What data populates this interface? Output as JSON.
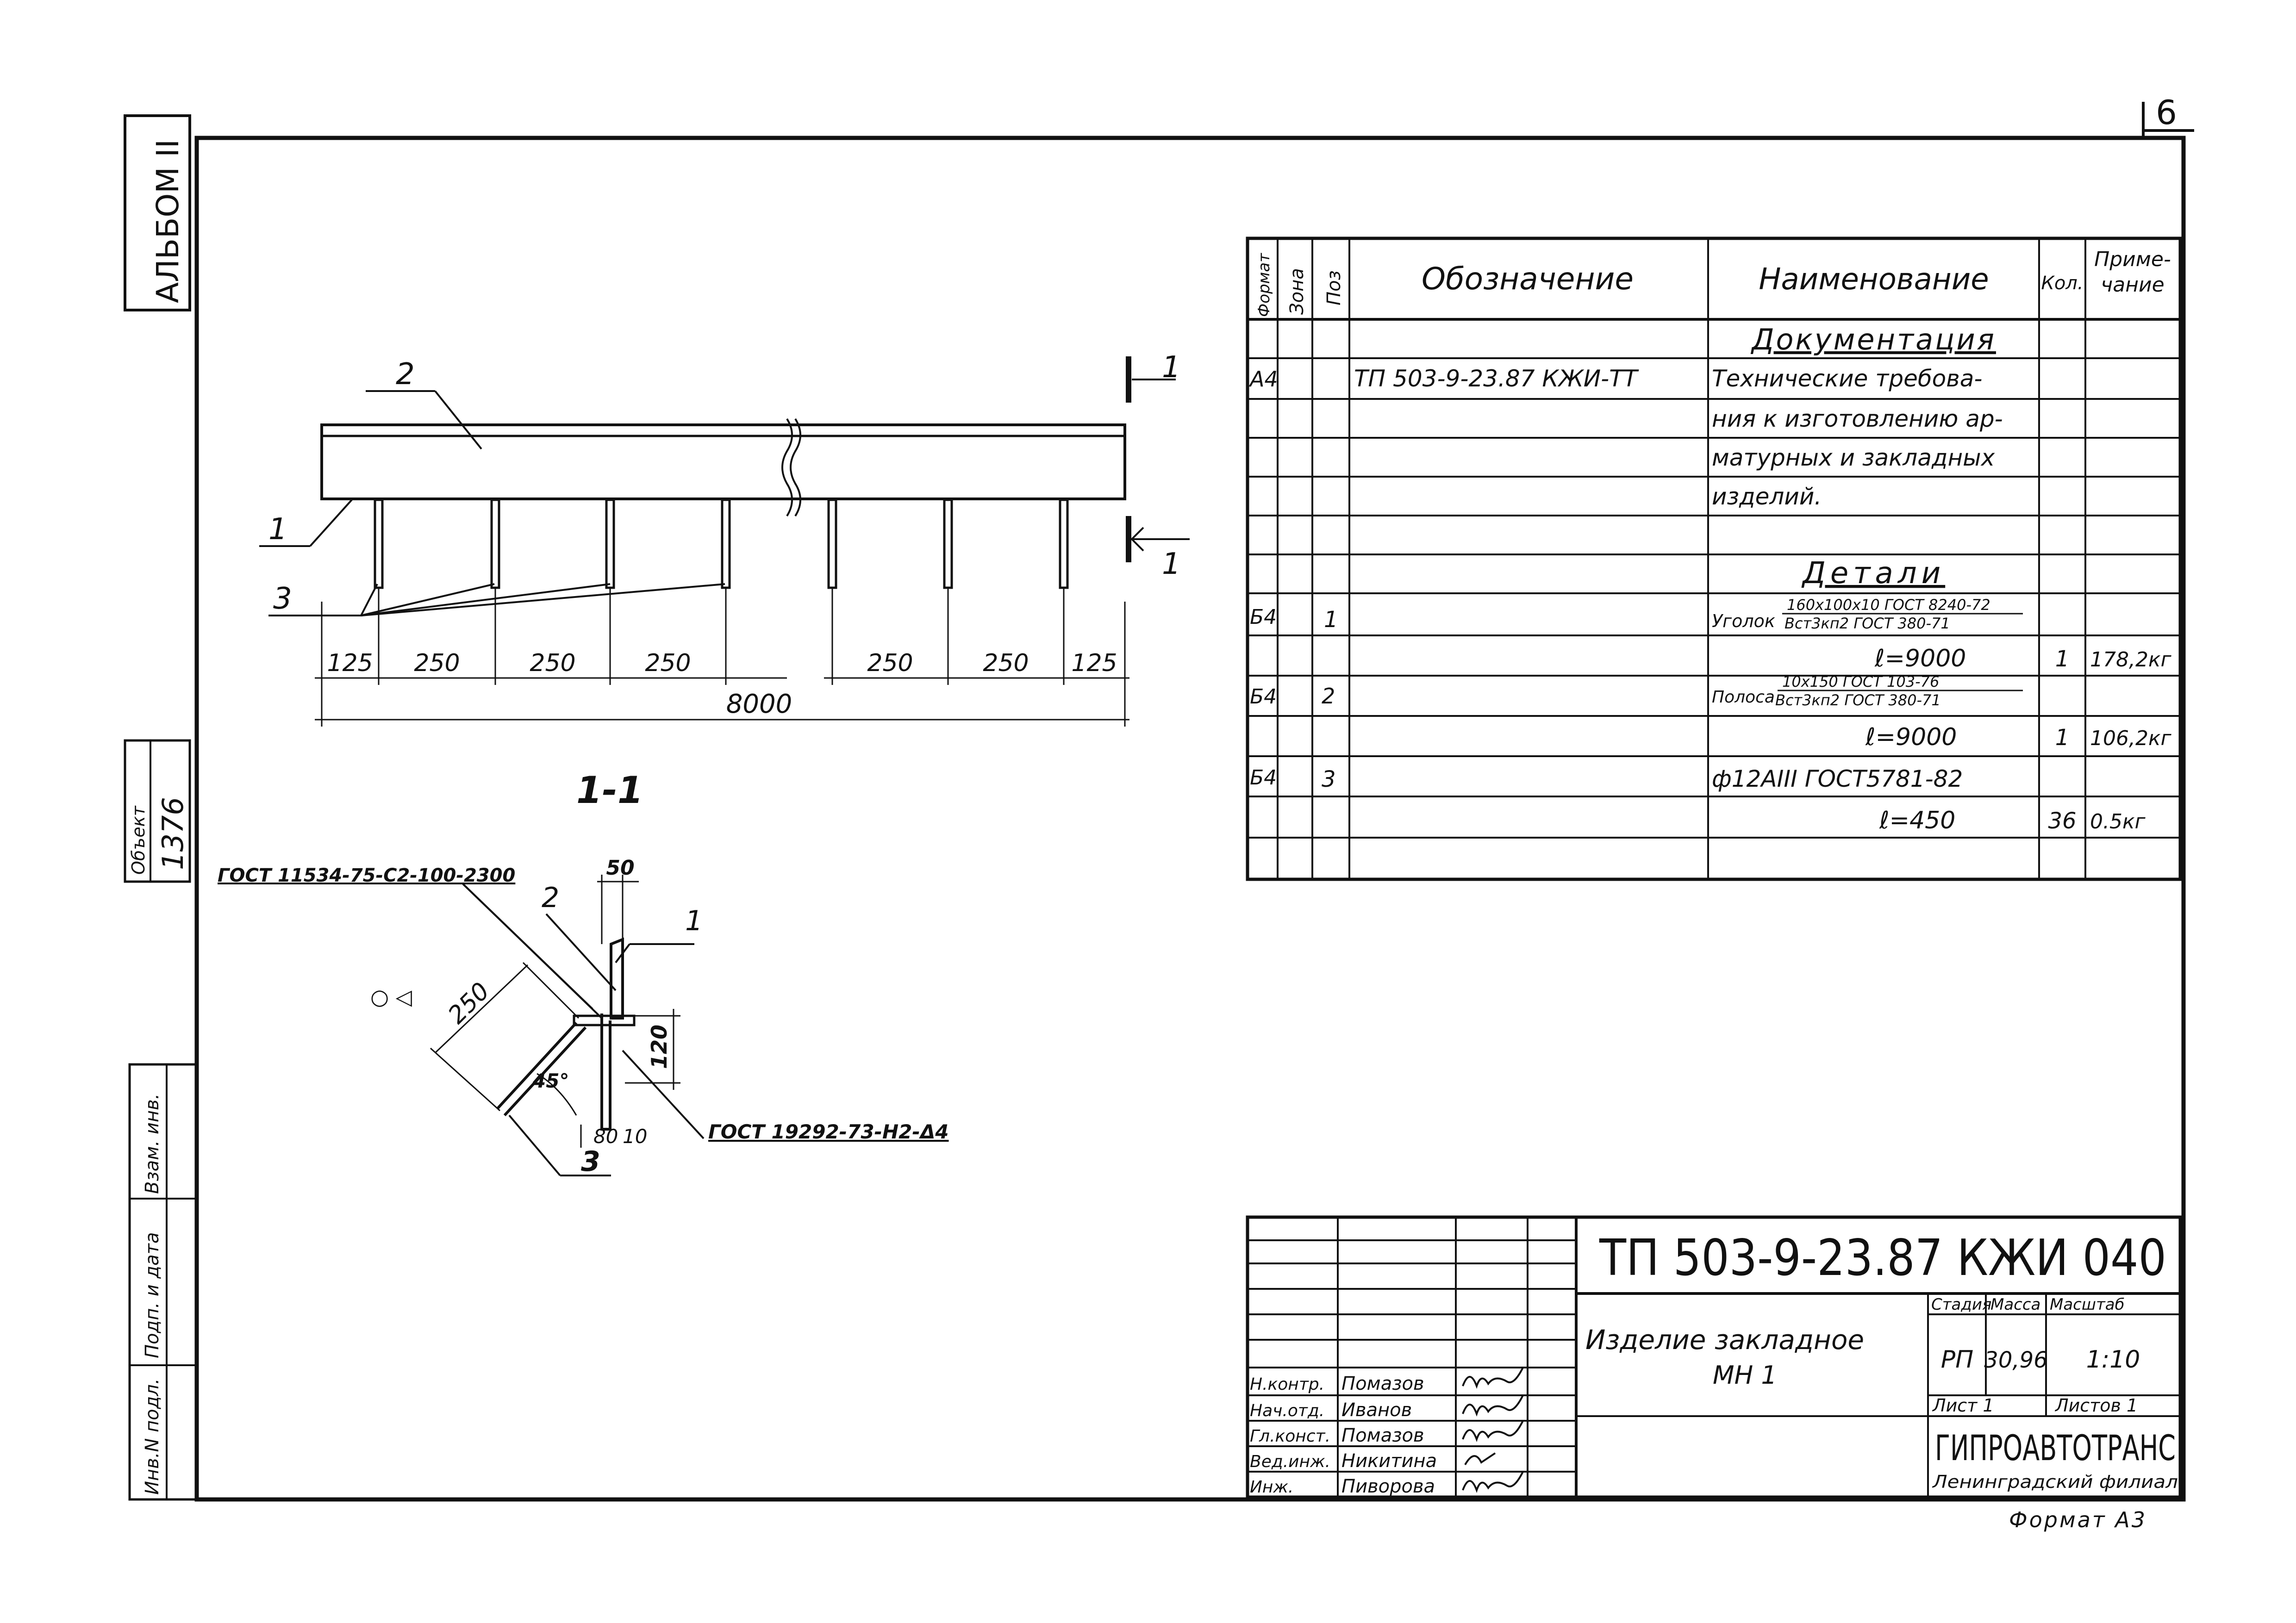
{
  "sheet_number": "6",
  "left_margin": {
    "album": "АЛЬБОМ II",
    "object_label": "Объект",
    "object_number": "1376",
    "fields": [
      "Инв.N подл.",
      "Подп. и дата",
      "Взам. инв."
    ]
  },
  "elevation": {
    "positions": [
      "2",
      "1",
      "3"
    ],
    "section_marks": [
      "1",
      "1"
    ],
    "dims_left": [
      "125",
      "250",
      "250",
      "250"
    ],
    "dims_right": [
      "250",
      "250",
      "125"
    ],
    "overall": "8000"
  },
  "section": {
    "title": "1-1",
    "weld_top": "ГОСТ 11534-75-С2-100-2300",
    "weld_bottom": "ГОСТ 19292-73-Н2-Δ4",
    "dim_50": "50",
    "dim_250": "250",
    "dim_120": "120",
    "dim_80": "80",
    "dim_10": "10",
    "angle": "45°",
    "pos_1": "1",
    "pos_2": "2",
    "pos_3": "3",
    "weld_symbol": "○ ◁"
  },
  "spec": {
    "headers": {
      "format": "Формат",
      "zone": "Зона",
      "pos": "Поз",
      "designation": "Обозначение",
      "name": "Наименование",
      "qty": "Кол.",
      "note_1": "Приме-",
      "note_2": "чание"
    },
    "rows": [
      {
        "format": "",
        "pos": "",
        "designation": "",
        "name": "Документация",
        "qty": "",
        "note": ""
      },
      {
        "format": "А4",
        "pos": "",
        "designation": "ТП 503-9-23.87  КЖИ-ТТ",
        "name": "Технические требова-",
        "qty": "",
        "note": ""
      },
      {
        "format": "",
        "pos": "",
        "designation": "",
        "name": "ния к изготовлению ар-",
        "qty": "",
        "note": ""
      },
      {
        "format": "",
        "pos": "",
        "designation": "",
        "name": "матурных и закладных",
        "qty": "",
        "note": ""
      },
      {
        "format": "",
        "pos": "",
        "designation": "",
        "name": "изделий.",
        "qty": "",
        "note": ""
      },
      {
        "format": "",
        "pos": "",
        "designation": "",
        "name": "",
        "qty": "",
        "note": ""
      },
      {
        "format": "",
        "pos": "",
        "designation": "",
        "name": "Детали",
        "qty": "",
        "note": ""
      },
      {
        "format": "Б4",
        "pos": "1",
        "designation": "",
        "name": "Уголок",
        "qty": "",
        "note": ""
      },
      {
        "format": "",
        "pos": "",
        "designation": "",
        "name": "ℓ=9000",
        "qty": "1",
        "note": "178,2кг"
      },
      {
        "format": "Б4",
        "pos": "2",
        "designation": "",
        "name": "Полоса",
        "qty": "",
        "note": ""
      },
      {
        "format": "",
        "pos": "",
        "designation": "",
        "name": "ℓ=9000",
        "qty": "1",
        "note": "106,2кг"
      },
      {
        "format": "Б4",
        "pos": "3",
        "designation": "",
        "name": "ф12АIII ГОСТ5781-82",
        "qty": "",
        "note": ""
      },
      {
        "format": "",
        "pos": "",
        "designation": "",
        "name": "ℓ=450",
        "qty": "36",
        "note": "0.5кг"
      },
      {
        "format": "",
        "pos": "",
        "designation": "",
        "name": "",
        "qty": "",
        "note": ""
      }
    ],
    "angle_spec_top": "160х100х10 ГОСТ 8240-72",
    "angle_spec_bottom": "Вст3кп2 ГОСТ 380-71",
    "strip_spec_top": "10х150 ГОСТ 103-76",
    "strip_spec_bottom": "Вст3кп2 ГОСТ 380-71"
  },
  "title_block": {
    "code": "ТП 503-9-23.87 КЖИ 040",
    "item_name": "Изделие закладное",
    "item_mark": "МН 1",
    "stage_label": "Стадия",
    "mass_label": "Масса",
    "scale_label": "Масштаб",
    "stage": "РП",
    "mass": "30,96",
    "scale": "1:10",
    "sheet_label": "Лист 1",
    "sheets_label": "Листов 1",
    "org": "ГИПРОАВТОТРАНС",
    "branch": "Ленинградский филиал",
    "signatures": [
      {
        "role": "Н.контр.",
        "name": "Помазов"
      },
      {
        "role": "Нач.отд.",
        "name": "Иванов"
      },
      {
        "role": "Гл.конст.",
        "name": "Помазов"
      },
      {
        "role": "Вед.инж.",
        "name": "Никитина"
      },
      {
        "role": "Инж.",
        "name": "Пиворова"
      }
    ]
  },
  "format": "Формат А3"
}
